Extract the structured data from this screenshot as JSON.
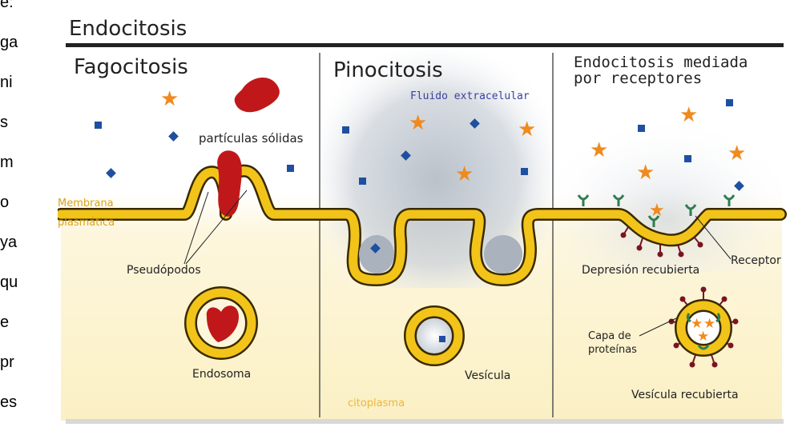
{
  "side_text": [
    "e:",
    "ga",
    "ni",
    "s",
    "m",
    "o",
    "ya",
    "qu",
    "e",
    "pr",
    "es"
  ],
  "diagram": {
    "title": "Endocitosis",
    "panels": {
      "fago": "Fagocitosis",
      "pino": "Pinocitosis",
      "rme_line1": "Endocitosis mediada",
      "rme_line2": "por receptores"
    },
    "labels": {
      "membrana": "Membrana",
      "plasmatica": "plasmática",
      "particulas": "partículas sólidas",
      "pseudopodos": "Pseudópodos",
      "endosoma": "Endosoma",
      "fluido": "Fluido extracelular",
      "vesicula": "Vesícula",
      "citoplasma": "citoplasma",
      "depresion": "Depresión recubierta",
      "receptor": "Receptor",
      "capa1": "Capa de",
      "capa2": "proteínas",
      "vesicula_recubierta": "Vesícula recubierta"
    },
    "colors": {
      "membrane": "#f2c419",
      "membrane_edge": "#3a2a00",
      "particle": "#c0181a",
      "star": "#f08a1c",
      "molecule": "#1f4fa0",
      "fluid_text": "#3a3fa0",
      "membrana_text": "#d9a21a",
      "receptor": "#2e7d4f",
      "coat": "#7a1420",
      "cytoplasm": "#fbf1c8"
    }
  }
}
